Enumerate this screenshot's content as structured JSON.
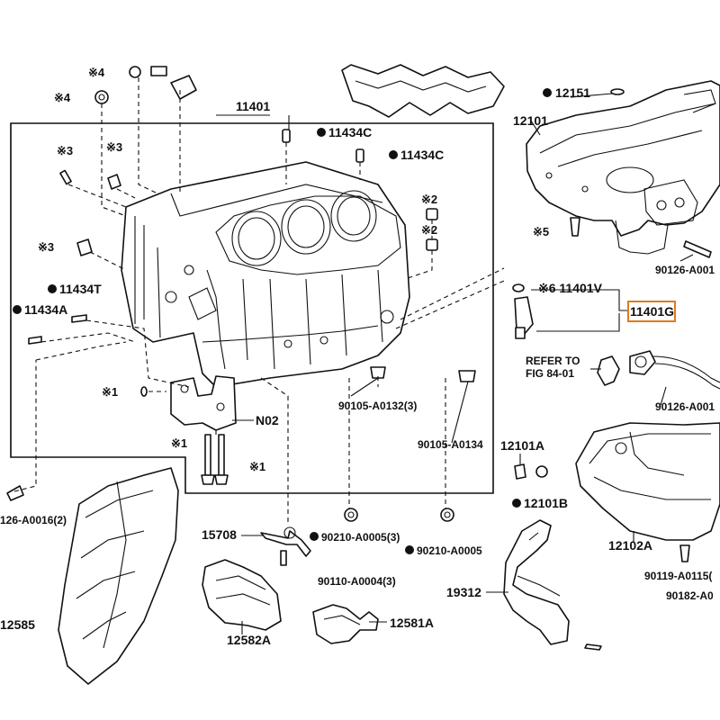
{
  "labels": {
    "l_11401": "11401",
    "l_11434c_a": "11434C",
    "l_11434c_b": "11434C",
    "l_x4_a": "※4",
    "l_x4_b": "※4",
    "l_x3_a": "※3",
    "l_x3_b": "※3",
    "l_x3_c": "※3",
    "l_x2_a": "※2",
    "l_x2_b": "※2",
    "l_11434t": "11434T",
    "l_11434a": "11434A",
    "l_x1_a": "※1",
    "l_x1_b": "※1",
    "l_x1_c": "※1",
    "l_n02": "N02",
    "l_90105_a0132": "90105-A0132(3)",
    "l_90105_a0134": "90105-A0134",
    "l_126_a0016": "126-A0016(2)",
    "l_15708": "15708",
    "l_90210_a0005_3": "90210-A0005(3)",
    "l_90210_a0005": "90210-A0005",
    "l_90110_a0004": "90110-A0004(3)",
    "l_12585": "12585",
    "l_12582a": "12582A",
    "l_12581a": "12581A",
    "l_12151": "12151",
    "l_12101": "12101",
    "l_x5": "※5",
    "l_90126_a001_a": "90126-A001",
    "l_x6_11401v": "※6 11401V",
    "l_11401g": "11401G",
    "l_refer_to": "REFER TO",
    "l_fig": "FIG 84-01",
    "l_90126_a001_b": "90126-A001",
    "l_12101a": "12101A",
    "l_12101b": "12101B",
    "l_12102a": "12102A",
    "l_19312": "19312",
    "l_90119_a0115": "90119-A0115(",
    "l_90182_a0": "90182-A0"
  },
  "highlight_color": "#e07a1f"
}
